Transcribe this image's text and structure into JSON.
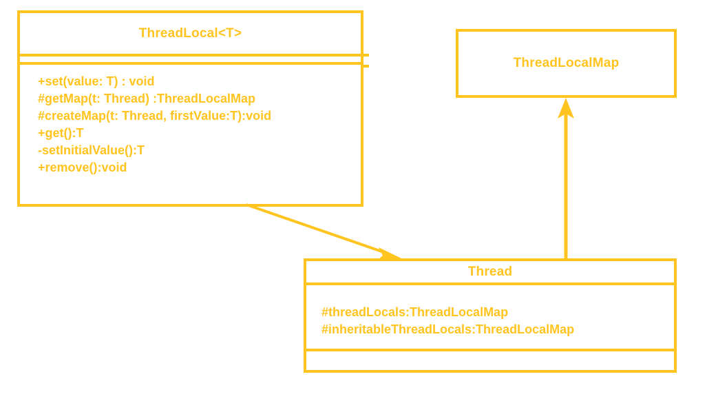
{
  "diagram": {
    "title": "ThreadLocal UML class diagram",
    "accent_color": "#FFC41F",
    "background_color": "#FFFFFF"
  },
  "classes": {
    "thread_local": {
      "name": "ThreadLocal<T>",
      "attributes": [],
      "methods": [
        "+set(value: T) : void",
        "#getMap(t: Thread) :ThreadLocalMap",
        "#createMap(t: Thread, firstValue:T):void",
        "+get():T",
        "-setInitialValue():T",
        "+remove():void"
      ]
    },
    "thread_local_map": {
      "name": "ThreadLocalMap",
      "attributes": [],
      "methods": []
    },
    "thread": {
      "name": "Thread",
      "attributes": [
        "#threadLocals:ThreadLocalMap",
        "#inheritableThreadLocals:ThreadLocalMap"
      ],
      "methods": []
    }
  },
  "relationships": [
    {
      "id": "threadlocal-to-thread",
      "from": "ThreadLocal<T>",
      "to": "Thread",
      "type": "association",
      "label": ""
    },
    {
      "id": "thread-to-threadlocalmap",
      "from": "Thread",
      "to": "ThreadLocalMap",
      "type": "association",
      "label": ""
    }
  ]
}
